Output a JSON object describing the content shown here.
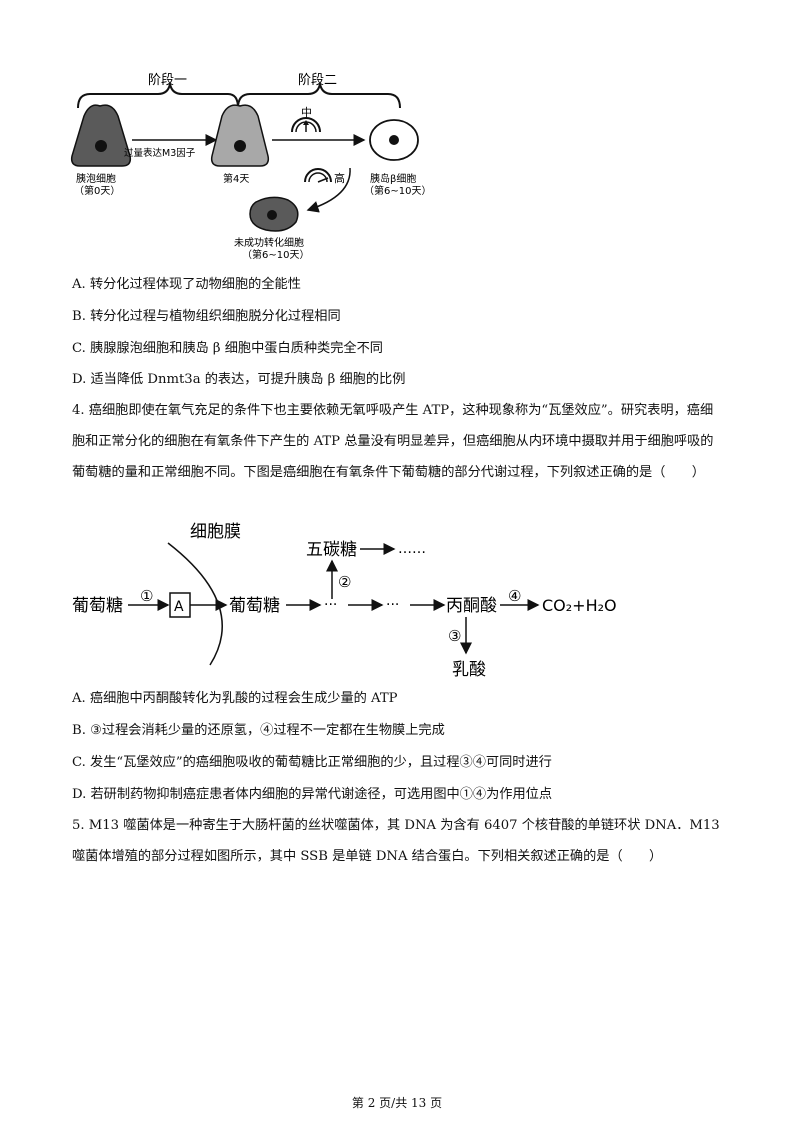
{
  "fig1": {
    "stage1": "阶段一",
    "stage2": "阶段二",
    "arrow_label": "过量表达M3因子",
    "mid_label": "中",
    "high_label": "高",
    "cell_acinar": "胰泡细胞",
    "cell_acinar_day": "（第0天）",
    "day4": "第4天",
    "cell_beta": "胰岛β细胞",
    "cell_beta_day": "（第6~10天）",
    "cell_fail": "未成功转化细胞",
    "cell_fail_day": "（第6~10天）"
  },
  "q3": {
    "options": [
      "A. 转分化过程体现了动物细胞的全能性",
      "B. 转分化过程与植物组织细胞脱分化过程相同",
      "C. 胰腺腺泡细胞和胰岛 β 细胞中蛋白质种类完全不同",
      "D. 适当降低 Dnmt3a 的表达，可提升胰岛 β 细胞的比例"
    ]
  },
  "q4": {
    "stem": "4. 癌细胞即使在氧气充足的条件下也主要依赖无氧呼吸产生 ATP，这种现象称为“瓦堡效应”。研究表明，癌细胞和正常分化的细胞在有氧条件下产生的 ATP 总量没有明显差异，但癌细胞从内环境中摄取并用于细胞呼吸的葡萄糖的量和正常细胞不同。下图是癌细胞在有氧条件下葡萄糖的部分代谢过程，下列叙述正确的是（　　）",
    "options": [
      "A. 癌细胞中丙酮酸转化为乳酸的过程会生成少量的 ATP",
      "B. ③过程会消耗少量的还原氢，④过程不一定都在生物膜上完成",
      "C. 发生“瓦堡效应”的癌细胞吸收的葡萄糖比正常细胞的少，且过程③④可同时进行",
      "D. 若研制药物抑制癌症患者体内细胞的异常代谢途径，可选用图中①④为作用位点"
    ]
  },
  "fig2": {
    "membrane": "细胞膜",
    "pentose": "五碳糖",
    "pentose_dots": "……",
    "glucose_out": "葡萄糖",
    "step1": "①",
    "box": "A",
    "glucose_in": "葡萄糖",
    "dots1": "···",
    "dots2": "···",
    "step2": "②",
    "pyruvate": "丙酮酸",
    "step4": "④",
    "products": "CO₂+H₂O",
    "step3": "③",
    "lactate": "乳酸"
  },
  "q5": {
    "stem": "5. M13 噬菌体是一种寄生于大肠杆菌的丝状噬菌体，其 DNA 为含有 6407 个核苷酸的单链环状 DNA．M13 噬菌体增殖的部分过程如图所示，其中 SSB 是单链 DNA 结合蛋白。下列相关叙述正确的是（　　）"
  },
  "footer": "第 2 页/共 13 页"
}
